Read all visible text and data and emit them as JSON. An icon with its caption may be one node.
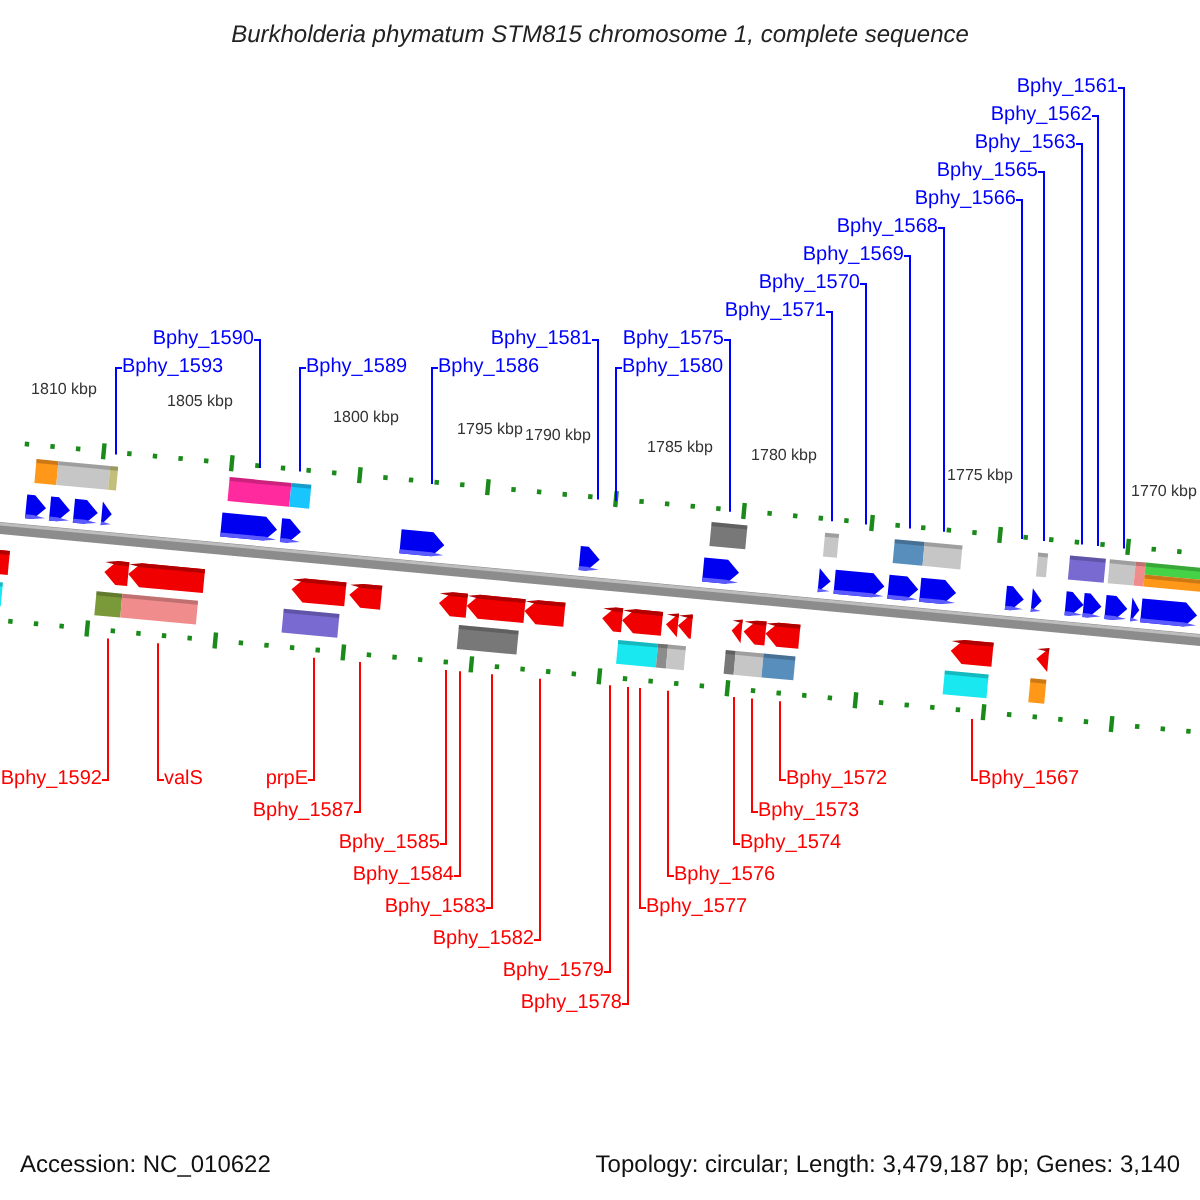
{
  "diagram": {
    "title": "Burkholderia phymatum STM815 chromosome 1, complete sequence",
    "nodes": [
      {
        "text": [
          "Bphy_1593"
        ]
      },
      {
        "text": [
          "Bphy_1590"
        ]
      },
      {
        "text": [
          "Bphy_1589"
        ]
      },
      {
        "text": [
          "Bphy_1586"
        ]
      },
      {
        "text": [
          "Bphy_1581"
        ]
      },
      {
        "text": [
          "Bphy_1580"
        ]
      },
      {
        "text": [
          "Bphy_1575"
        ]
      },
      {
        "text": [
          "Bphy_1571"
        ]
      },
      {
        "text": [
          "Bphy_1570"
        ]
      },
      {
        "text": [
          "Bphy_1569"
        ]
      },
      {
        "text": [
          "Bphy_1568"
        ]
      },
      {
        "text": [
          "Bphy_1566"
        ]
      },
      {
        "text": [
          "Bphy_1565"
        ]
      },
      {
        "text": [
          "Bphy_1563"
        ]
      },
      {
        "text": [
          "Bphy_1562"
        ]
      },
      {
        "text": [
          "Bphy_1561"
        ]
      },
      {
        "text": [
          "Bphy_1592"
        ]
      },
      {
        "text": [
          "valS"
        ]
      },
      {
        "text": [
          "prpE"
        ]
      },
      {
        "text": [
          "Bphy_1587"
        ]
      },
      {
        "text": [
          "Bphy_1585"
        ]
      },
      {
        "text": [
          "Bphy_1584"
        ]
      },
      {
        "text": [
          "Bphy_1583"
        ]
      },
      {
        "text": [
          "Bphy_1582"
        ]
      },
      {
        "text": [
          "Bphy_1579"
        ]
      },
      {
        "text": [
          "Bphy_1578"
        ]
      },
      {
        "text": [
          "Bphy_1577"
        ]
      },
      {
        "text": [
          "Bphy_1576"
        ]
      },
      {
        "text": [
          "Bphy_1574"
        ]
      },
      {
        "text": [
          "Bphy_1573"
        ]
      },
      {
        "text": [
          "Bphy_1572"
        ]
      },
      {
        "text": [
          "Bphy_1567"
        ]
      }
    ],
    "edges": [
      {
        "from": 0,
        "to": null,
        "arrow": "none"
      },
      {
        "from": 1,
        "to": null,
        "arrow": "none"
      },
      {
        "from": 2,
        "to": null,
        "arrow": "none"
      },
      {
        "from": 3,
        "to": null,
        "arrow": "none"
      },
      {
        "from": 4,
        "to": null,
        "arrow": "none"
      },
      {
        "from": 5,
        "to": null,
        "arrow": "none"
      },
      {
        "from": 6,
        "to": null,
        "arrow": "none"
      },
      {
        "from": 7,
        "to": null,
        "arrow": "none"
      },
      {
        "from": 8,
        "to": null,
        "arrow": "none"
      },
      {
        "from": 9,
        "to": null,
        "arrow": "none"
      },
      {
        "from": 10,
        "to": null,
        "arrow": "none"
      },
      {
        "from": 11,
        "to": null,
        "arrow": "none"
      },
      {
        "from": 12,
        "to": null,
        "arrow": "none"
      },
      {
        "from": 13,
        "to": null,
        "arrow": "none"
      },
      {
        "from": 14,
        "to": null,
        "arrow": "none"
      },
      {
        "from": 15,
        "to": null,
        "arrow": "none"
      },
      {
        "from": 16,
        "to": null,
        "arrow": "none",
        "color": "#ff0000"
      },
      {
        "from": 17,
        "to": null,
        "arrow": "none",
        "color": "#ff0000"
      },
      {
        "from": 18,
        "to": null,
        "arrow": "none",
        "color": "#ff0000"
      },
      {
        "from": 19,
        "to": null,
        "arrow": "none",
        "color": "#ff0000"
      },
      {
        "from": 20,
        "to": null,
        "arrow": "none",
        "color": "#ff0000"
      },
      {
        "from": 21,
        "to": null,
        "arrow": "none",
        "color": "#ff0000"
      },
      {
        "from": 22,
        "to": null,
        "arrow": "none",
        "color": "#ff0000"
      },
      {
        "from": 23,
        "to": null,
        "arrow": "none",
        "color": "#ff0000"
      },
      {
        "from": 24,
        "to": null,
        "arrow": "none",
        "color": "#ff0000"
      },
      {
        "from": 25,
        "to": null,
        "arrow": "none",
        "color": "#ff0000"
      },
      {
        "from": 26,
        "to": null,
        "arrow": "none",
        "color": "#ff0000"
      },
      {
        "from": 27,
        "to": null,
        "arrow": "none",
        "color": "#ff0000"
      },
      {
        "from": 28,
        "to": null,
        "arrow": "none",
        "color": "#ff0000"
      },
      {
        "from": 29,
        "to": null,
        "arrow": "none",
        "color": "#ff0000"
      },
      {
        "from": 30,
        "to": null,
        "arrow": "none",
        "color": "#ff0000"
      },
      {
        "from": 31,
        "to": null,
        "arrow": "none",
        "color": "#ff0000"
      }
    ],
    "labels": [
      "1810 kbp",
      "1805 kbp",
      "1800 kbp",
      "1795 kbp",
      "1790 kbp",
      "1785 kbp",
      "1780 kbp",
      "1775 kbp",
      "1770 kbp",
      "Accession: NC_010622",
      "Topology: circular; Length: 3,479,187 bp; Genes: 3,140"
    ]
  }
}
